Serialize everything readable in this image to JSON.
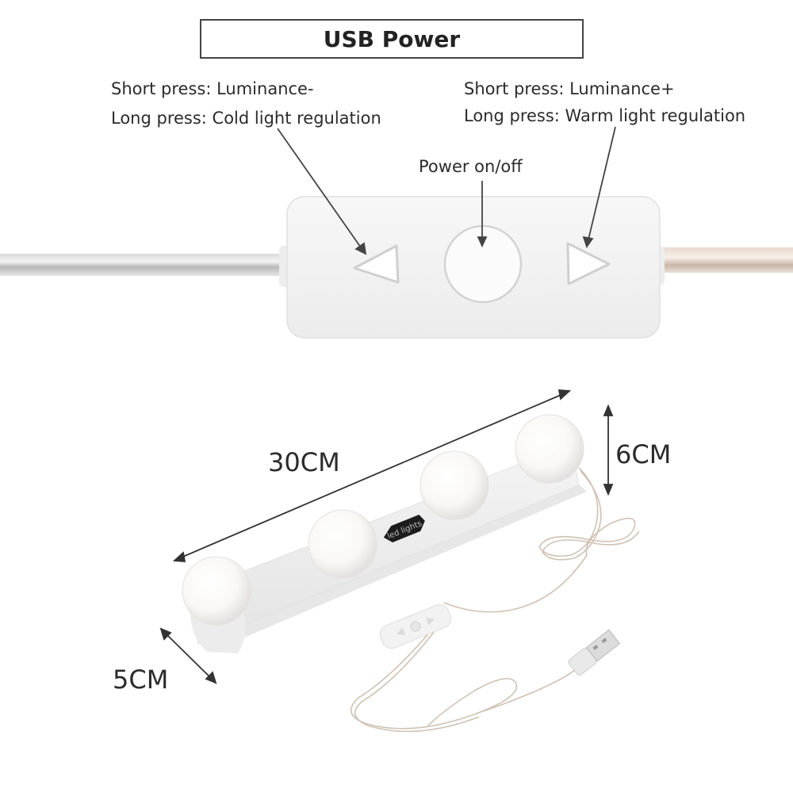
{
  "header": {
    "title": "USB Power"
  },
  "controller": {
    "left_button": {
      "short_press": "Short press: Luminance-",
      "long_press": "Long press: Cold light regulation",
      "icon": "triangle-left-icon"
    },
    "right_button": {
      "short_press": "Short press: Luminance+",
      "long_press": "Long press: Warm light regulation",
      "icon": "triangle-right-icon"
    },
    "center_button": {
      "label": "Power on/off",
      "icon": "circle-button-icon"
    }
  },
  "product": {
    "length_label": "30CM",
    "height_label": "6CM",
    "width_label": "5CM",
    "badge_text": "led lights",
    "bulb_count": 4
  }
}
